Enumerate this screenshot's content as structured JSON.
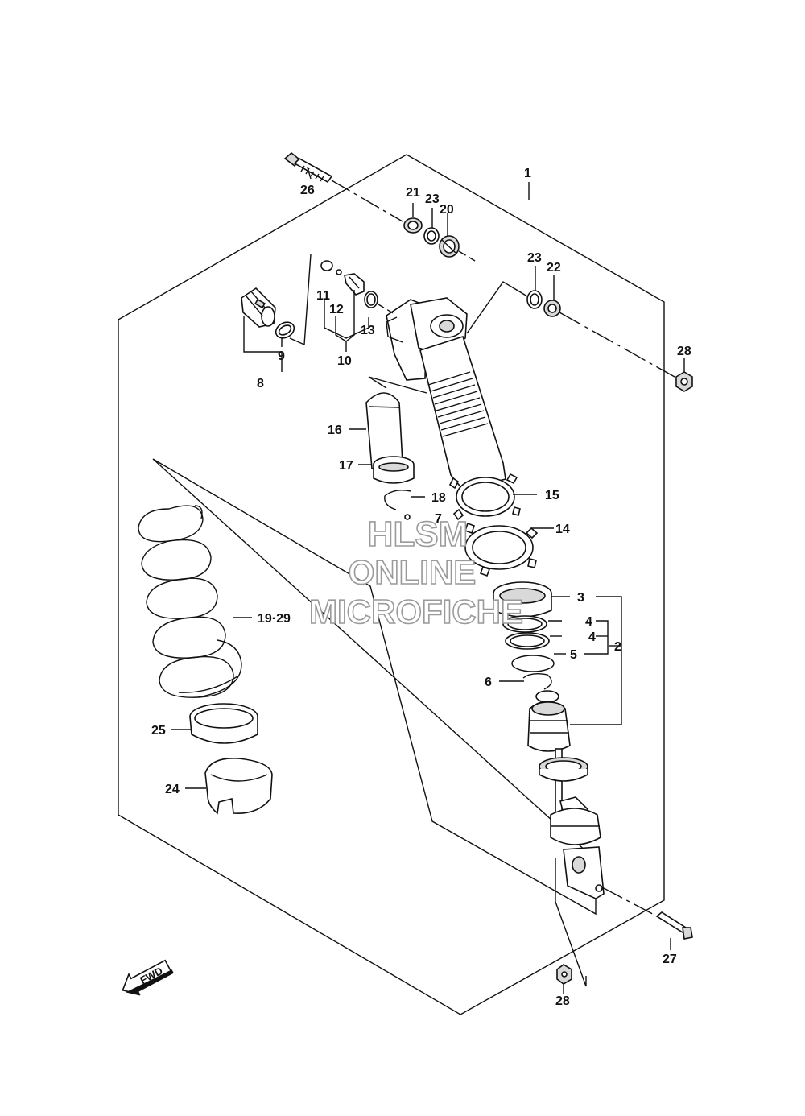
{
  "diagram": {
    "callouts": {
      "c1": "1",
      "c2": "2",
      "c3": "3",
      "c4a": "4",
      "c4b": "4",
      "c5": "5",
      "c6": "6",
      "c7": "7",
      "c8": "8",
      "c9": "9",
      "c10": "10",
      "c11": "11",
      "c12": "12",
      "c13": "13",
      "c14": "14",
      "c15": "15",
      "c16": "16",
      "c17": "17",
      "c18": "18",
      "c19_29": "19·29",
      "c20": "20",
      "c21": "21",
      "c22": "22",
      "c23a": "23",
      "c23b": "23",
      "c24": "24",
      "c25": "25",
      "c26": "26",
      "c27": "27",
      "c28a": "28",
      "c28b": "28"
    },
    "fwd_label": "FWD",
    "watermark": {
      "line1": "HLSM",
      "line2": "ONLINE",
      "line3": "MICROFICHE"
    }
  }
}
